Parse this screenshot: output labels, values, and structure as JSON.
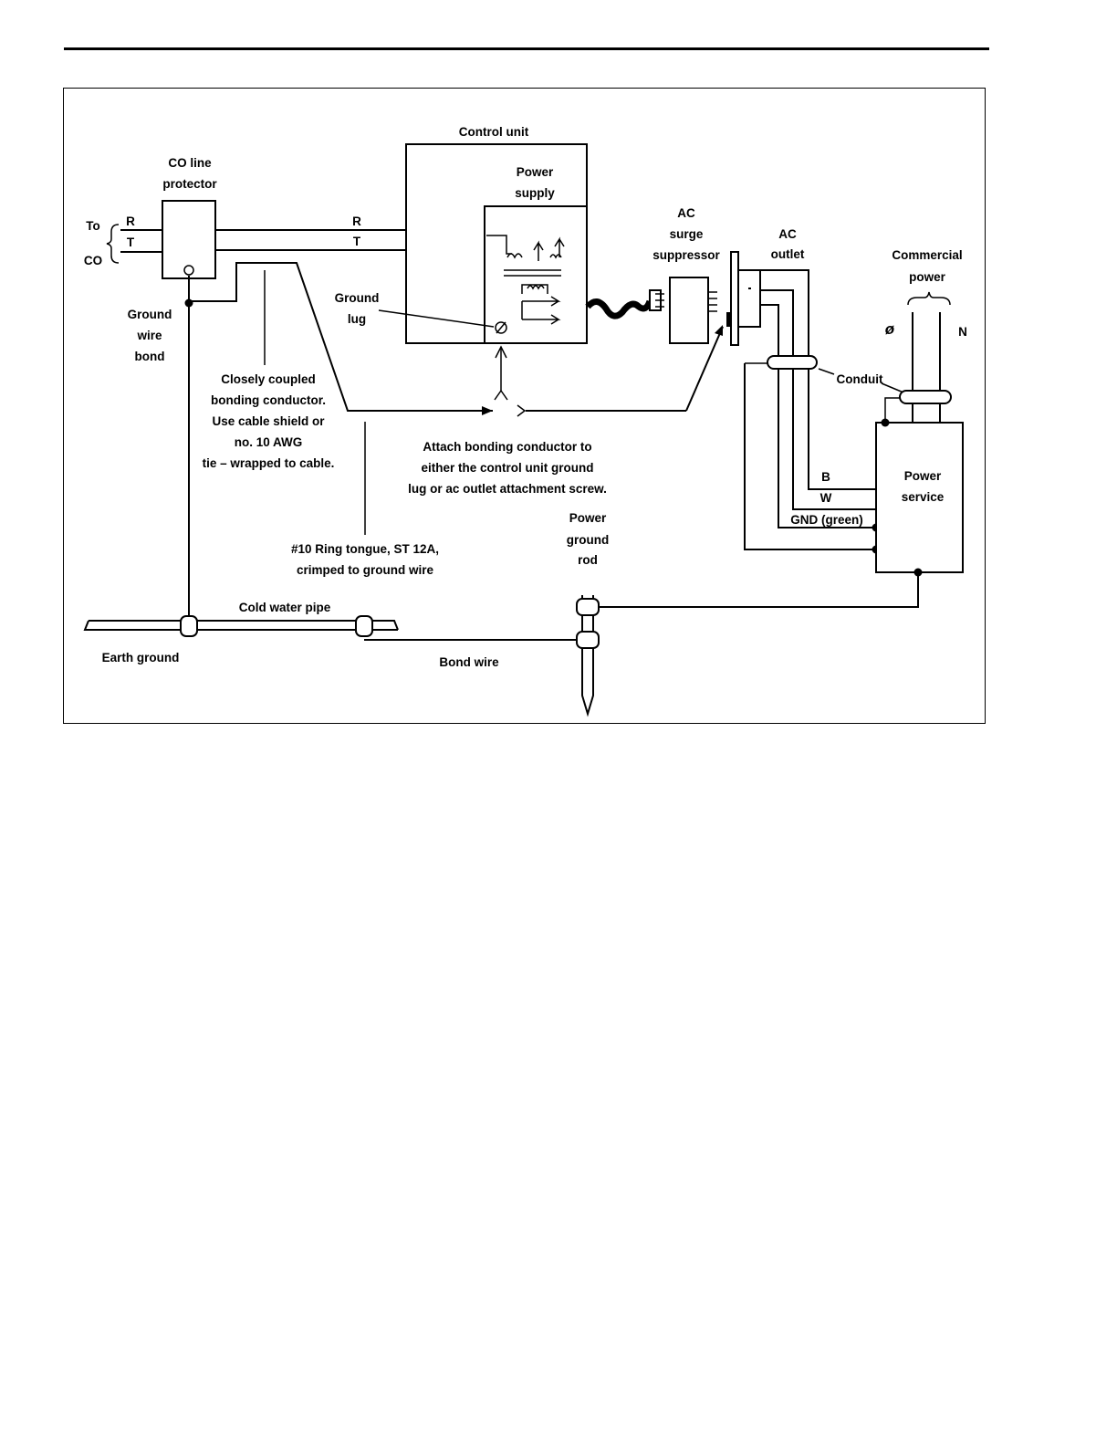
{
  "diagram": {
    "labels": {
      "control_unit": "Control unit",
      "co_line_protector_1": "CO line",
      "co_line_protector_2": "protector",
      "power_supply_1": "Power",
      "power_supply_2": "supply",
      "to": "To",
      "co": "CO",
      "r_left": "R",
      "t_left": "T",
      "r_right": "R",
      "t_right": "T",
      "ground_lug_1": "Ground",
      "ground_lug_2": "lug",
      "ground_wire_bond_1": "Ground",
      "ground_wire_bond_2": "wire",
      "ground_wire_bond_3": "bond",
      "bonding_note_1": "Closely coupled",
      "bonding_note_2": "bonding conductor.",
      "bonding_note_3": "Use cable shield or",
      "bonding_note_4": "no. 10 AWG",
      "bonding_note_5": "tie – wrapped to cable.",
      "attach_note_1": "Attach bonding conductor to",
      "attach_note_2": "either the control unit ground",
      "attach_note_3": "lug or ac outlet attachment screw.",
      "ac_surge_1": "AC",
      "ac_surge_2": "surge",
      "ac_surge_3": "suppressor",
      "ac_outlet_1": "AC",
      "ac_outlet_2": "outlet",
      "commercial_power_1": "Commercial",
      "commercial_power_2": "power",
      "phase": "ø",
      "neutral": "N",
      "conduit": "Conduit",
      "wire_b": "B",
      "wire_w": "W",
      "wire_gnd": "GND (green)",
      "power_service_1": "Power",
      "power_service_2": "service",
      "power_ground_rod_1": "Power",
      "power_ground_rod_2": "ground",
      "power_ground_rod_3": "rod",
      "ring_tongue_1": "#10 Ring tongue, ST 12A,",
      "ring_tongue_2": "crimped to ground wire",
      "cold_water_pipe": "Cold water pipe",
      "earth_ground": "Earth ground",
      "bond_wire": "Bond wire"
    }
  }
}
